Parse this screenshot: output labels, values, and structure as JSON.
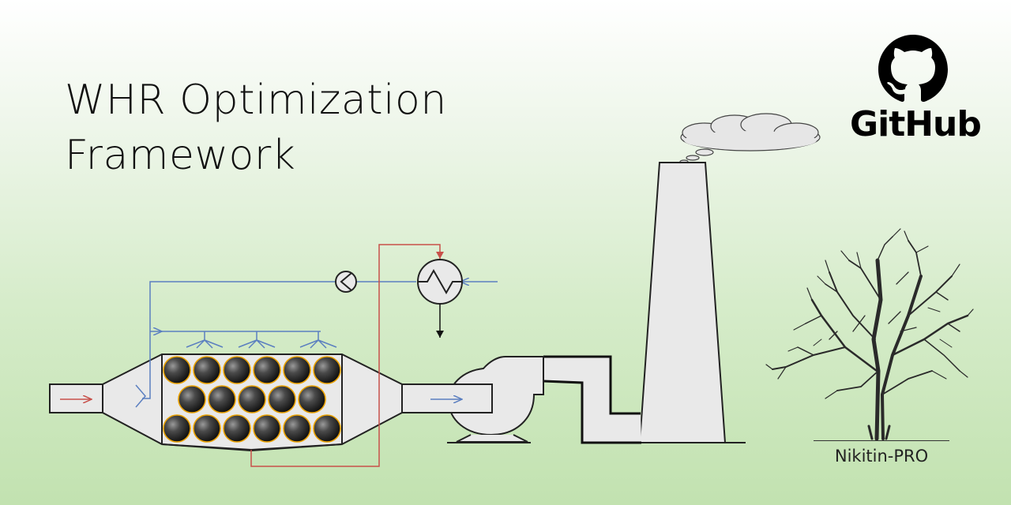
{
  "title": {
    "line1": "WHR Optimization",
    "line2": "Framework"
  },
  "github": {
    "label": "GitHub",
    "icon": "github-octocat-icon"
  },
  "author": {
    "label": "Nikitin-PRO"
  },
  "colors": {
    "hot_line": "#c8504a",
    "water_line": "#5b7fc0",
    "equipment_fill": "#e9e9e9",
    "outline": "#222222",
    "ball_rim": "#e8a000"
  }
}
